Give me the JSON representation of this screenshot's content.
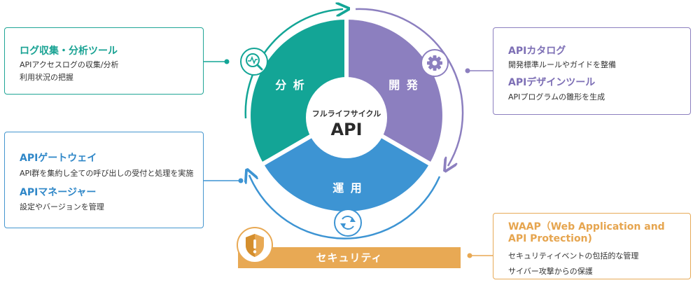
{
  "center": {
    "subtitle": "フルライフサイクル",
    "title": "API"
  },
  "segments": {
    "analysis": "分 析",
    "development": "開 発",
    "operation": "運 用"
  },
  "security": {
    "label": "セキュリティ"
  },
  "log_box": {
    "title": "ログ収集・分析ツール",
    "line1": "APIアクセスログの収集/分析",
    "line2": "利用状況の把握"
  },
  "gateway_box": {
    "title1": "APIゲートウェイ",
    "desc1": "API群を集約し全ての呼び出しの受付と処理を実施",
    "title2": "APIマネージャー",
    "desc2": "設定やバージョンを管理"
  },
  "catalog_box": {
    "title1": "APIカタログ",
    "desc1": "開発標準ルールやガイドを整備",
    "title2": "APIデザインツール",
    "desc2": "APIプログラムの雛形を生成"
  },
  "waap_box": {
    "title_line1": "WAAP（Web Application and",
    "title_line2": "API Protection)",
    "desc1": "セキュリティイベントの包括的な管理",
    "desc2": "サイバー攻撃からの保護"
  },
  "colors": {
    "teal": "#13a596",
    "purple": "#8c7fbf",
    "blue": "#3d94d3",
    "orange": "#e8a954"
  }
}
